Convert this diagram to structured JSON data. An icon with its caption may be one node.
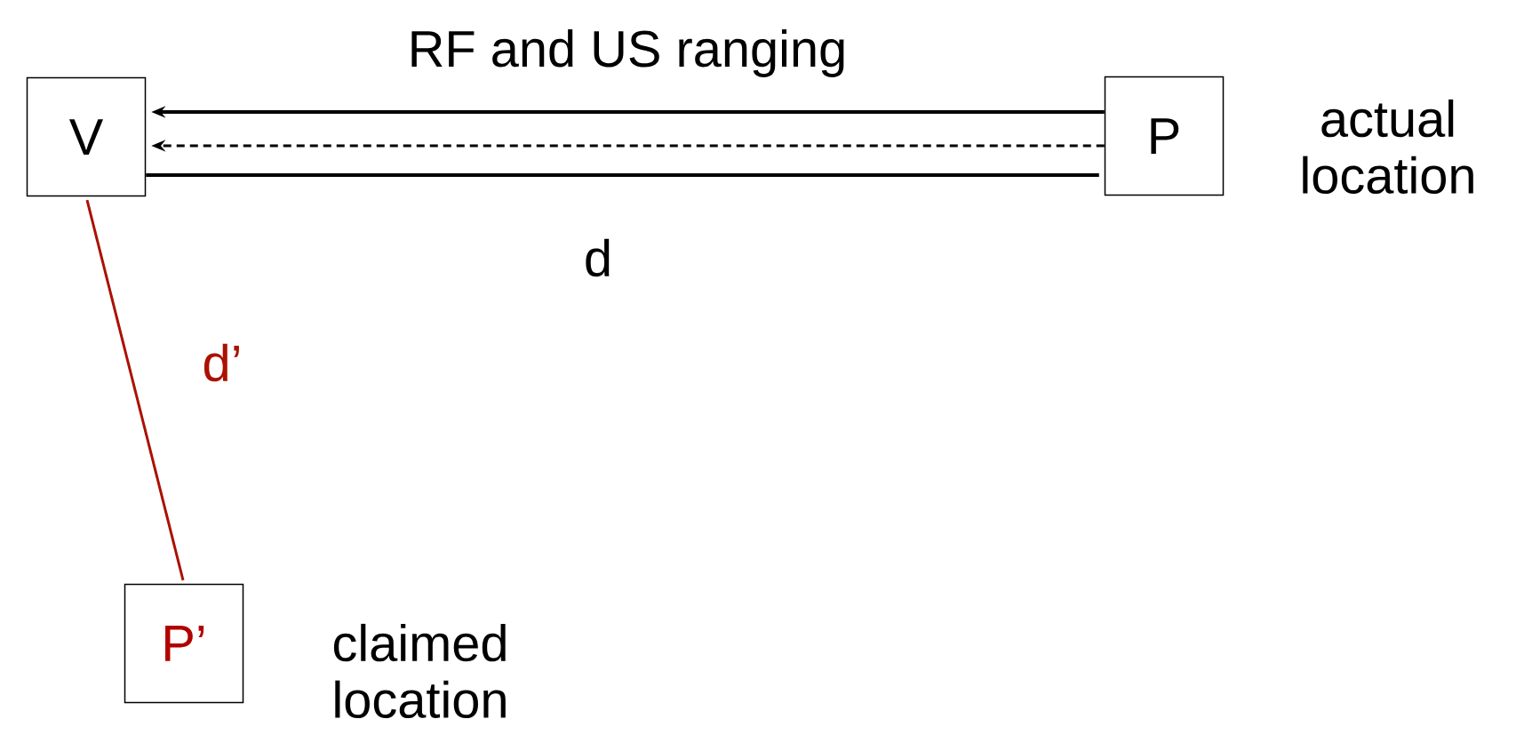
{
  "diagram": {
    "nodes": [
      {
        "text": [
          "V"
        ]
      },
      {
        "text": [
          "P"
        ],
        "beside": [
          "actual location"
        ]
      },
      {
        "text": [
          "P’"
        ],
        "beside": [
          "claimed location"
        ]
      }
    ],
    "edges": [
      {
        "from": 1,
        "to": 0,
        "arrow": "to",
        "label": "RF and US ranging"
      },
      {
        "from": 1,
        "to": 0,
        "arrow": "to",
        "style": "dashed"
      },
      {
        "from": 0,
        "to": 1,
        "arrow": "none",
        "label": "d"
      },
      {
        "from": 0,
        "to": 2,
        "arrow": "none",
        "label": "d’",
        "color": "#aa1100"
      }
    ]
  }
}
